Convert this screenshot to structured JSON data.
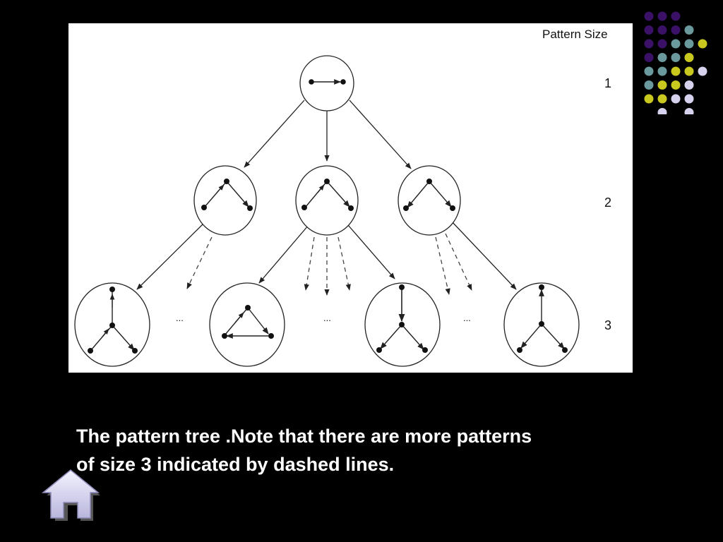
{
  "diagram": {
    "header": "Pattern Size",
    "level_labels": [
      "1",
      "2",
      "3"
    ],
    "ellipsis_label": "...",
    "colors": {
      "node_fill": "#ffffff",
      "stroke": "#222222",
      "dashed_stroke": "#444444"
    }
  },
  "caption": {
    "line1": "The pattern tree .Note that there are more patterns",
    "line2": "of size 3 indicated by dashed lines."
  },
  "decoration": {
    "dot_colors": {
      "purple": "#3a1166",
      "teal": "#6b9a9e",
      "yellow": "#c9c81e",
      "lavender": "#d6d2ee"
    }
  },
  "navigation": {
    "home_icon": "home-icon"
  }
}
